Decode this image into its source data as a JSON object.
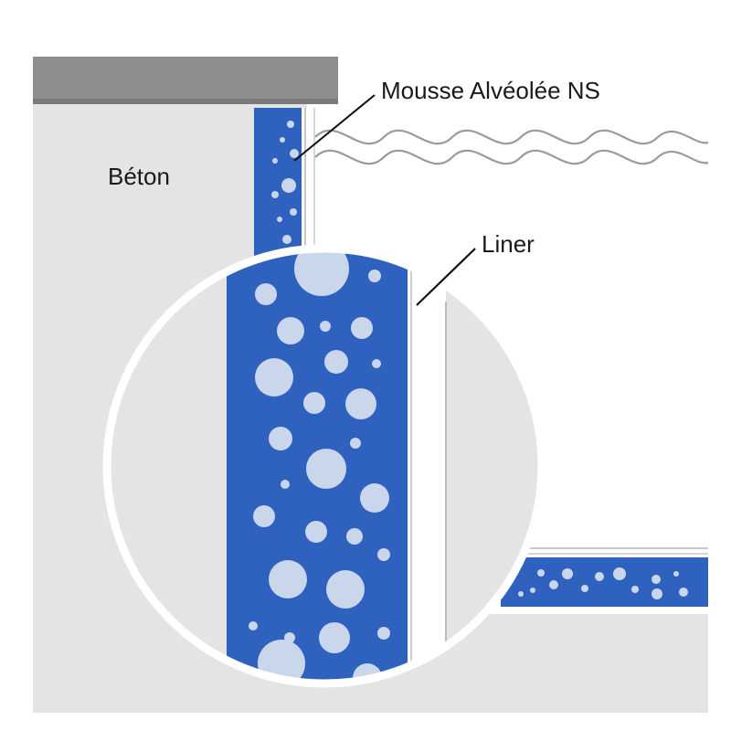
{
  "labels": {
    "foam": "Mousse Alvéolée NS",
    "liner": "Liner",
    "concrete": "Béton"
  },
  "colors": {
    "concrete": "#e4e4e4",
    "coping": "#8d8d8d",
    "foam": "#2f62bf",
    "bubbles": "#c9d6ec",
    "liner": "#ffffff",
    "water_line": "#9a9a9a",
    "leader_line": "#111111",
    "background": "#ffffff"
  }
}
